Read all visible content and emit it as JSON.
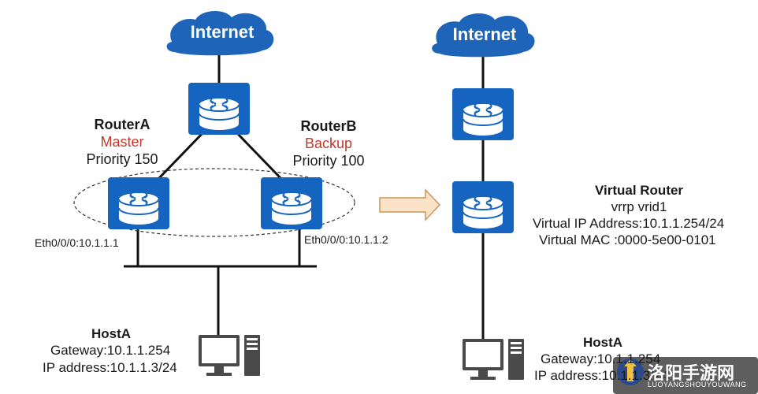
{
  "left": {
    "cloud_label": "Internet",
    "router_a": {
      "name": "RouterA",
      "role": "Master",
      "priority": "Priority 150",
      "interface": "Eth0/0/0:10.1.1.1"
    },
    "router_b": {
      "name": "RouterB",
      "role": "Backup",
      "priority": "Priority 100",
      "interface": "Eth0/0/0:10.1.1.2"
    },
    "host": {
      "name": "HostA",
      "gateway": "Gateway:10.1.1.254",
      "ip": "IP address:10.1.1.3/24"
    }
  },
  "right": {
    "cloud_label": "Internet",
    "virtual_router": {
      "title": "Virtual Router",
      "vrid": "vrrp vrid1",
      "vip": "Virtual IP Address:10.1.1.254/24",
      "vmac": "Virtual MAC :0000-5e00-0101"
    },
    "host": {
      "name": "HostA",
      "gateway": "Gateway:10.1.1.254",
      "ip": "IP address:10.1.1.3/24"
    }
  },
  "watermark": {
    "title": "洛阳手游网",
    "subtitle": "LUOYANGSHOUYOUWANG"
  },
  "colors": {
    "router_blue": "#1565c0",
    "cloud_blue": "#1e64b8",
    "arrow_fill": "#fbe3c8",
    "arrow_stroke": "#c8955a",
    "role_red": "#c0392b"
  }
}
